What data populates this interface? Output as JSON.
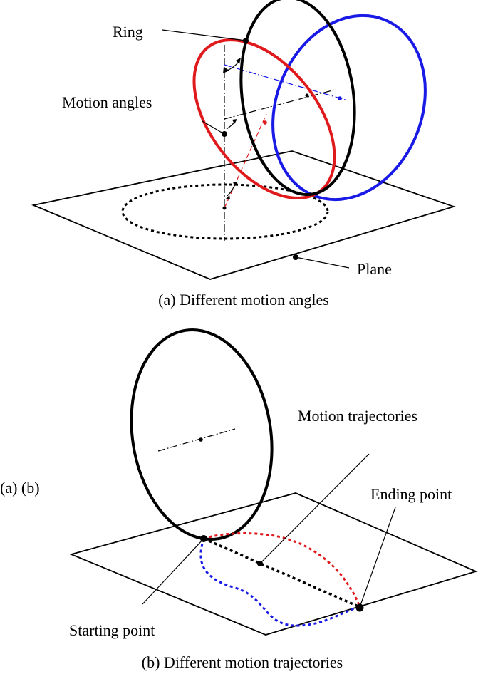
{
  "panel_a": {
    "caption": "(a) Different motion angles",
    "labels": {
      "ring": "Ring",
      "motion_angles": "Motion angles",
      "plane": "Plane"
    },
    "colors": {
      "ring_black": "#000000",
      "ring_red": "#e0191c",
      "ring_blue": "#1a1ae6"
    }
  },
  "stray_label": "(a) (b)",
  "panel_b": {
    "caption": "(b) Different motion trajectories",
    "labels": {
      "motion_trajectories": "Motion trajectories",
      "ending_point": "Ending point",
      "starting_point": "Starting point"
    },
    "colors": {
      "straight": "#000000",
      "upper": "#e0191c",
      "lower": "#1a1ae6"
    }
  }
}
